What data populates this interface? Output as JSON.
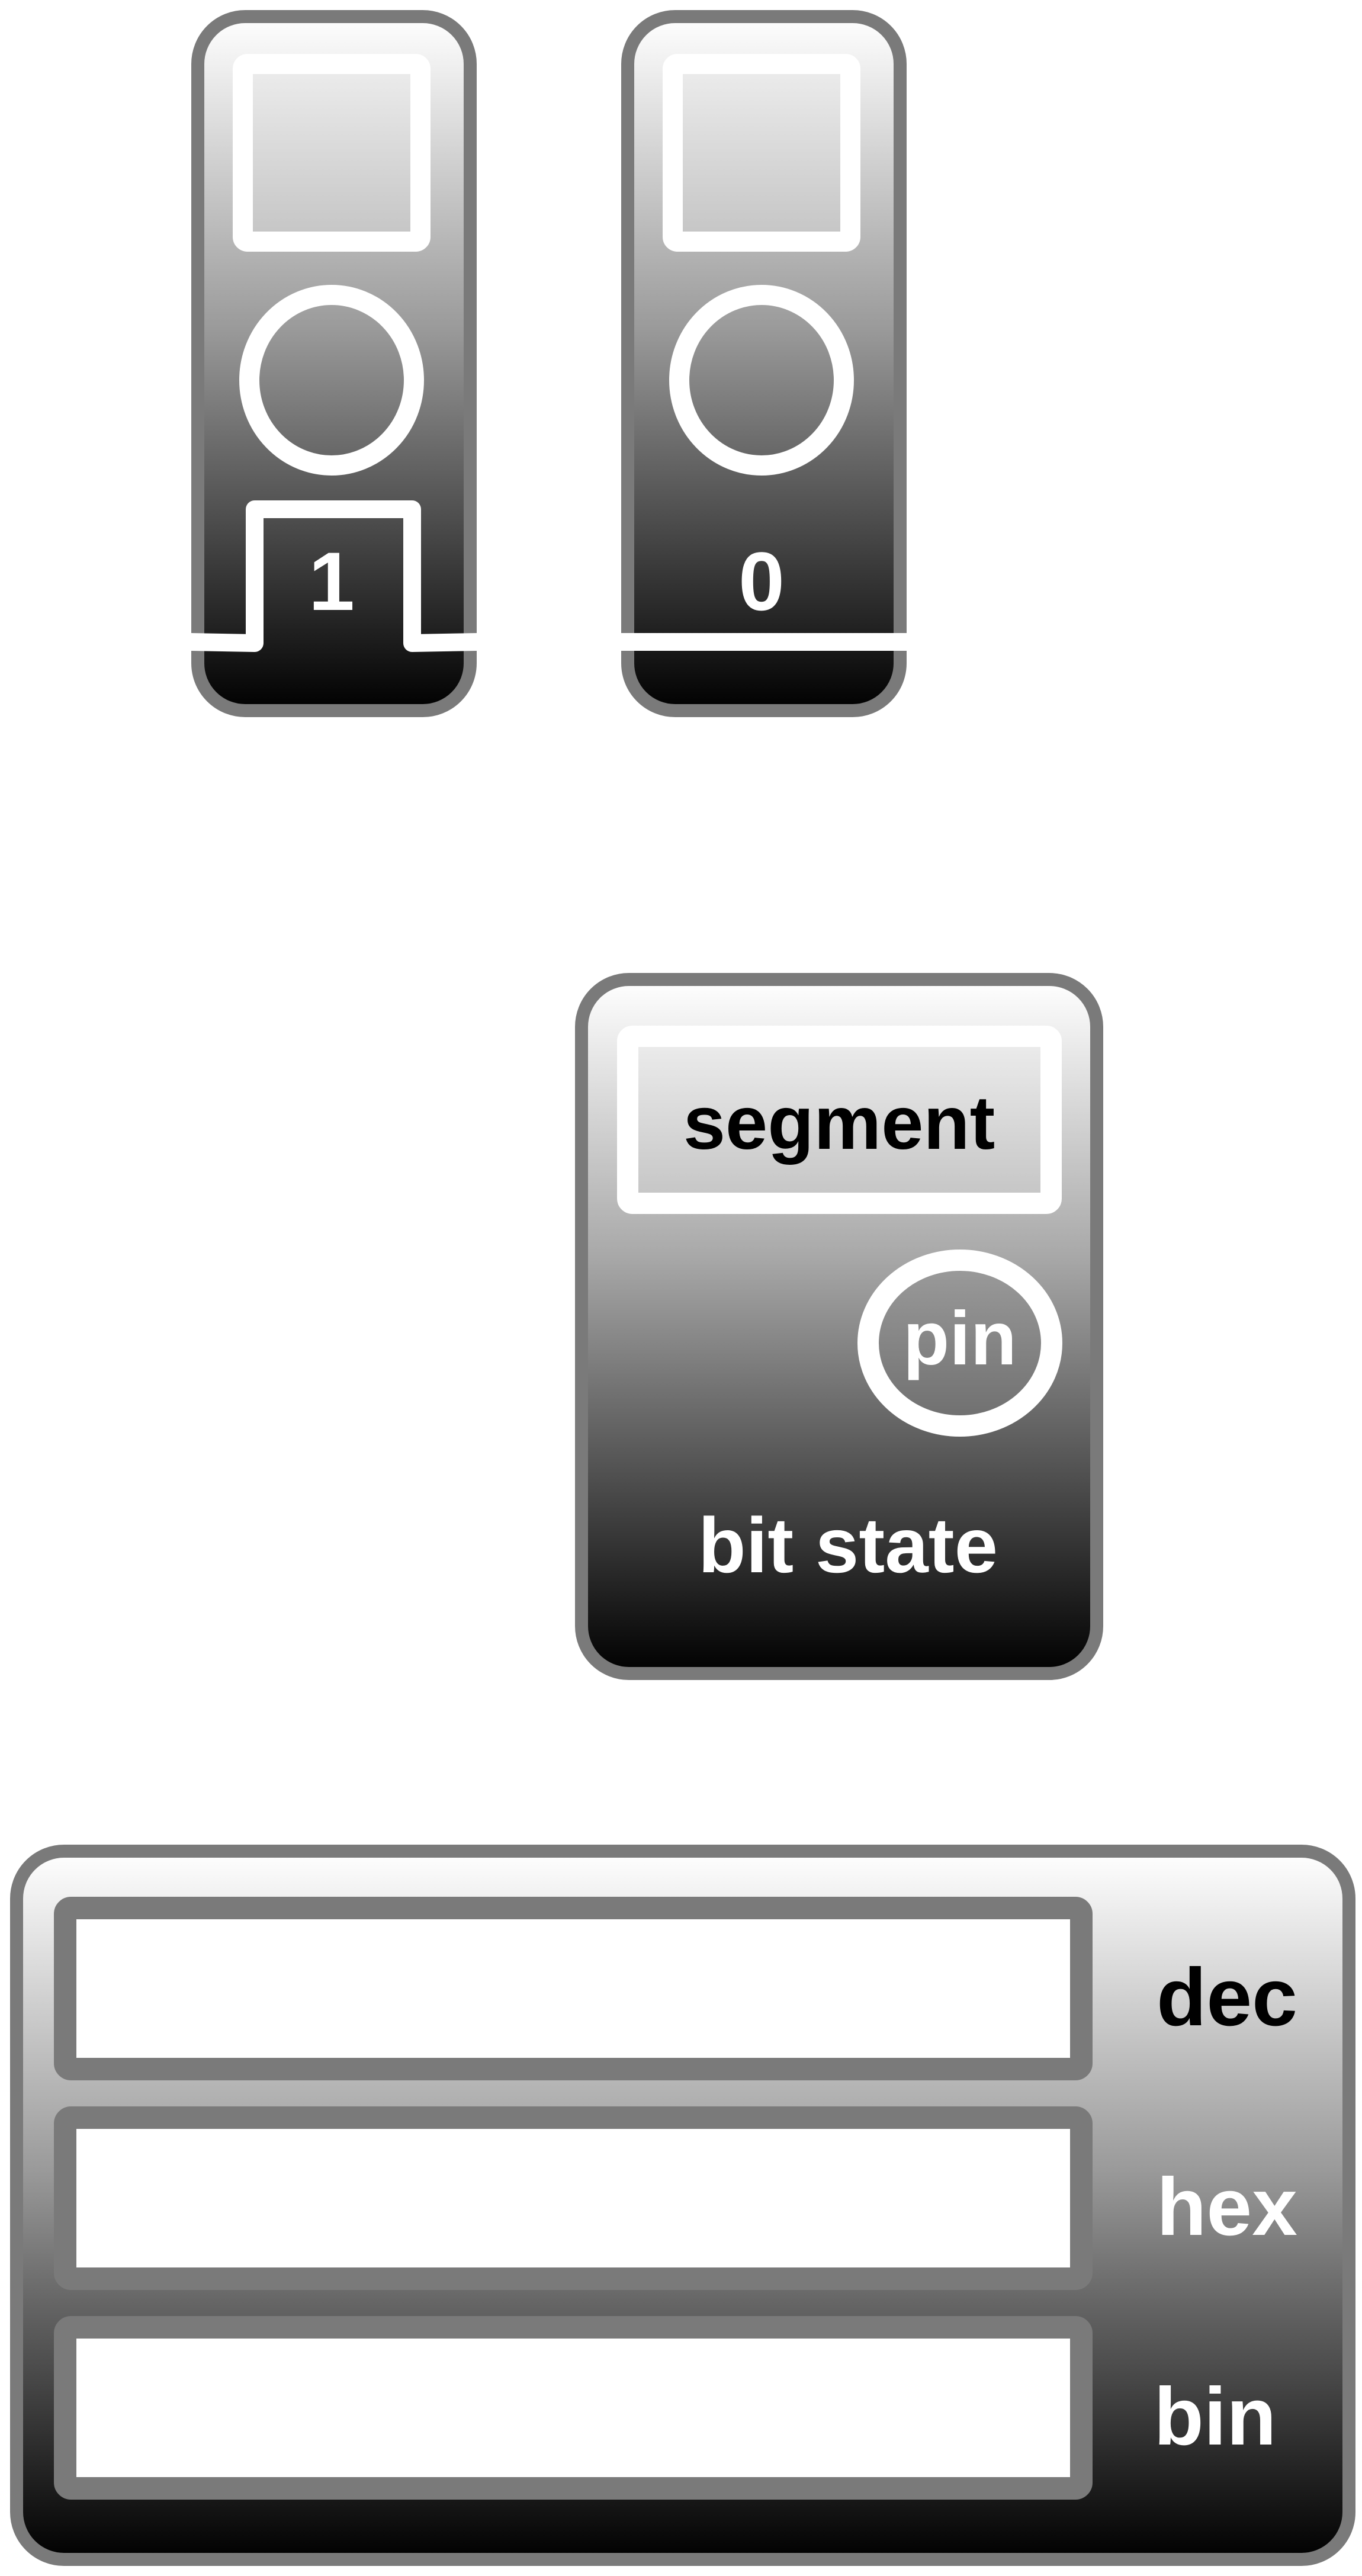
{
  "colors": {
    "frame": "#7a7a7a",
    "gradient_top": "#ffffff",
    "gradient_bottom": "#000000",
    "stroke_light": "#ffffff",
    "text_dark": "#000000",
    "text_light": "#ffffff",
    "field_fill": "#ffffff"
  },
  "bit_tiles": [
    {
      "label": "1",
      "state": "high"
    },
    {
      "label": "0",
      "state": "low"
    }
  ],
  "legend": {
    "segment_label": "segment",
    "pin_label": "pin",
    "caption": "bit state"
  },
  "converter": {
    "rows": [
      {
        "label": "dec",
        "value": ""
      },
      {
        "label": "hex",
        "value": ""
      },
      {
        "label": "bin",
        "value": ""
      }
    ]
  }
}
